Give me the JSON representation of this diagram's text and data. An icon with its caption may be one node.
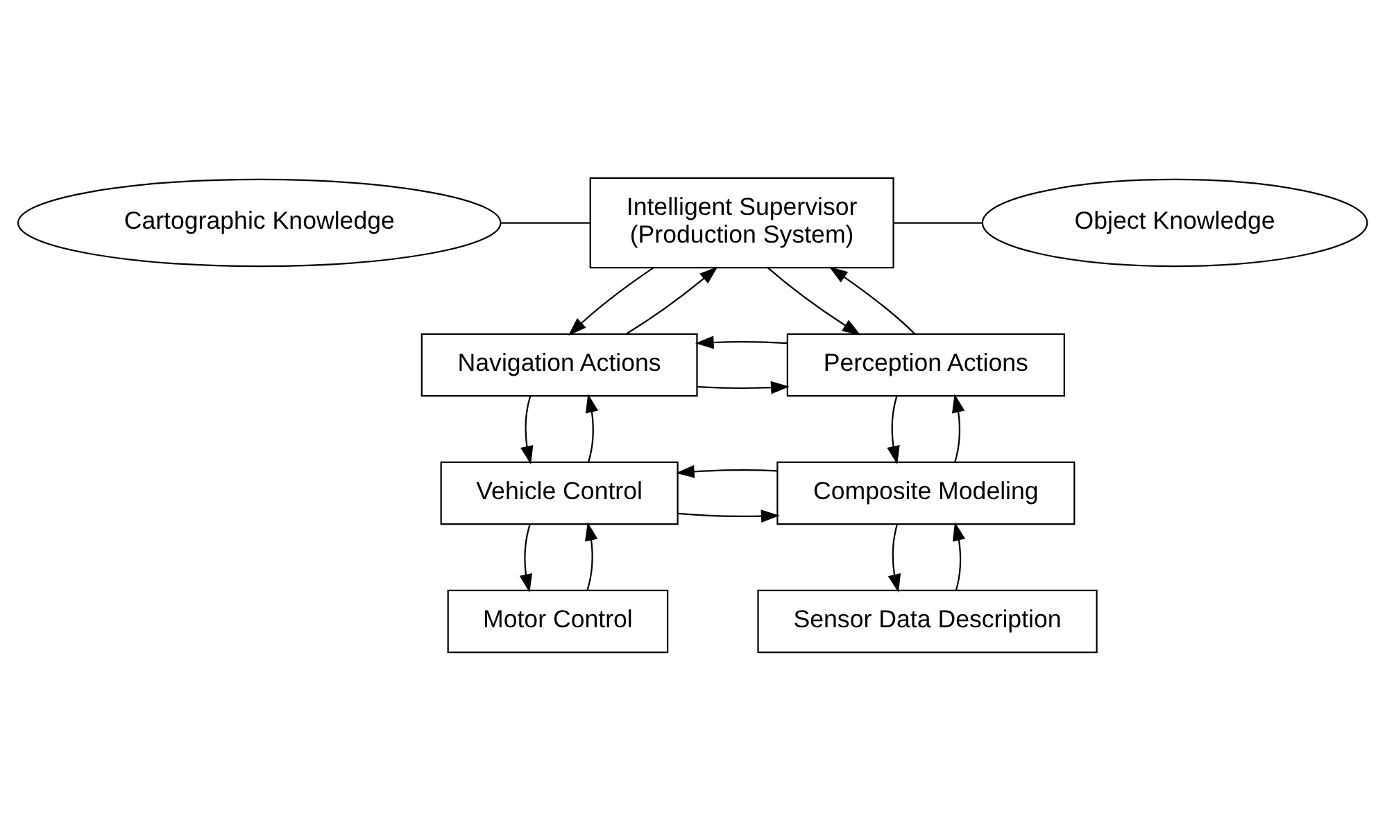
{
  "diagram": {
    "nodes": [
      {
        "text": [
          "Cartographic Knowledge"
        ]
      },
      {
        "text": [
          "Intelligent Supervisor",
          "(Production System)"
        ]
      },
      {
        "text": [
          "Object Knowledge"
        ]
      },
      {
        "text": [
          "Navigation Actions"
        ]
      },
      {
        "text": [
          "Perception Actions"
        ]
      },
      {
        "text": [
          "Vehicle Control"
        ]
      },
      {
        "text": [
          "Composite Modeling"
        ]
      },
      {
        "text": [
          "Motor Control"
        ]
      },
      {
        "text": [
          "Sensor Data Description"
        ]
      }
    ],
    "edges": [
      {
        "from": 0,
        "to": 1,
        "arrow": "none"
      },
      {
        "from": 1,
        "to": 2,
        "arrow": "none"
      },
      {
        "from": 1,
        "to": 3,
        "arrow": "to"
      },
      {
        "from": 3,
        "to": 1,
        "arrow": "to"
      },
      {
        "from": 1,
        "to": 4,
        "arrow": "to"
      },
      {
        "from": 4,
        "to": 1,
        "arrow": "to"
      },
      {
        "from": 3,
        "to": 4,
        "arrow": "to"
      },
      {
        "from": 4,
        "to": 3,
        "arrow": "to"
      },
      {
        "from": 3,
        "to": 5,
        "arrow": "to"
      },
      {
        "from": 5,
        "to": 3,
        "arrow": "to"
      },
      {
        "from": 4,
        "to": 6,
        "arrow": "to"
      },
      {
        "from": 6,
        "to": 4,
        "arrow": "to"
      },
      {
        "from": 5,
        "to": 6,
        "arrow": "to"
      },
      {
        "from": 6,
        "to": 5,
        "arrow": "to"
      },
      {
        "from": 5,
        "to": 7,
        "arrow": "to"
      },
      {
        "from": 7,
        "to": 5,
        "arrow": "to"
      },
      {
        "from": 6,
        "to": 8,
        "arrow": "to"
      },
      {
        "from": 8,
        "to": 6,
        "arrow": "to"
      }
    ]
  }
}
